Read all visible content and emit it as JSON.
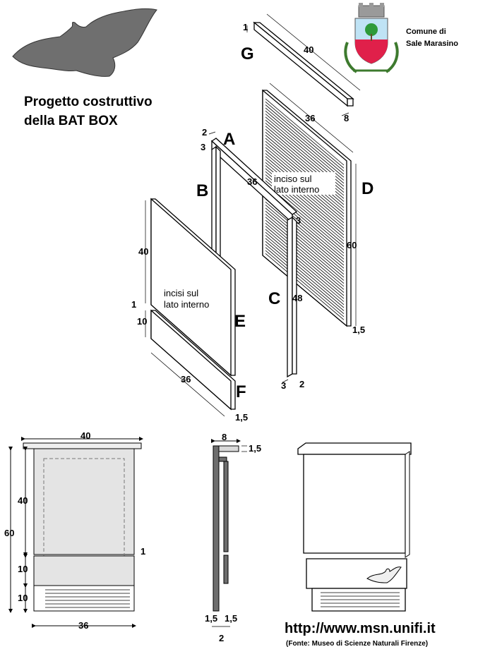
{
  "title": {
    "line1": "Progetto costruttivo",
    "line2": "della BAT BOX"
  },
  "municipality": {
    "line1": "Comune di",
    "line2": "Sale Marasino"
  },
  "parts": {
    "A": "A",
    "B": "B",
    "C": "C",
    "D": "D",
    "E": "E",
    "F": "F",
    "G": "G"
  },
  "notes": {
    "d_line1": "inciso sul",
    "d_line2": "lato interno",
    "e_line1": "incisi sul",
    "e_line2": "lato interno"
  },
  "dims": {
    "g_thick": "1",
    "g_len": "40",
    "g_depth": "8",
    "d_width": "36",
    "d_height": "60",
    "d_thick": "1,5",
    "a_w": "2",
    "a_d": "3",
    "a_len": "36",
    "c_top": "3",
    "c_len": "48",
    "c_bot_a": "3",
    "c_bot_b": "2",
    "e_height": "40",
    "e_gap": "1",
    "f_height": "10",
    "ef_width": "36",
    "ef_thick": "1,5"
  },
  "front_view": {
    "top": "40",
    "h_total": "60",
    "h_upper": "40",
    "h_mid": "10",
    "h_low": "10",
    "gap": "1",
    "bottom": "36"
  },
  "side_view": {
    "top": "8",
    "roof": "1,5",
    "left": "1,5",
    "right": "1,5",
    "bottom": "2"
  },
  "url": "http://www.msn.unifi.it",
  "source": "(Fonte: Museo di Scienze Naturali Firenze)"
}
